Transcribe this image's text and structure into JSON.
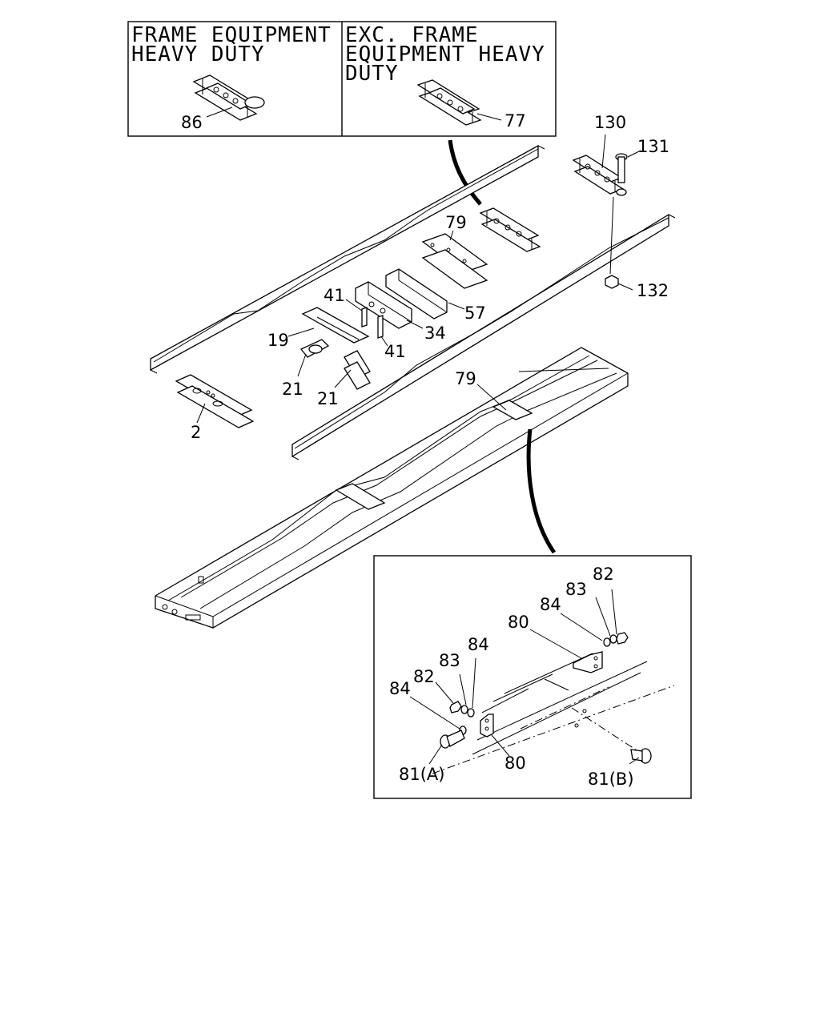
{
  "inset_top_left": {
    "line1": "FRAME EQUIPMENT",
    "line2": "HEAVY DUTY"
  },
  "inset_top_right": {
    "line1": "EXC. FRAME",
    "line2": "EQUIPMENT HEAVY",
    "line3": "DUTY"
  },
  "callouts": {
    "c86": "86",
    "c77": "77",
    "c130": "130",
    "c131": "131",
    "c132": "132",
    "c79a": "79",
    "c41a": "41",
    "c41b": "41",
    "c57": "57",
    "c34": "34",
    "c19": "19",
    "c21a": "21",
    "c21b": "21",
    "c2": "2",
    "c79b": "79",
    "c82a": "82",
    "c83a": "83",
    "c84a": "84",
    "c80a": "80",
    "c84b": "84",
    "c83b": "83",
    "c82b": "82",
    "c84c": "84",
    "c81a": "81(A)",
    "c80b": "80",
    "c81b": "81(B)"
  }
}
